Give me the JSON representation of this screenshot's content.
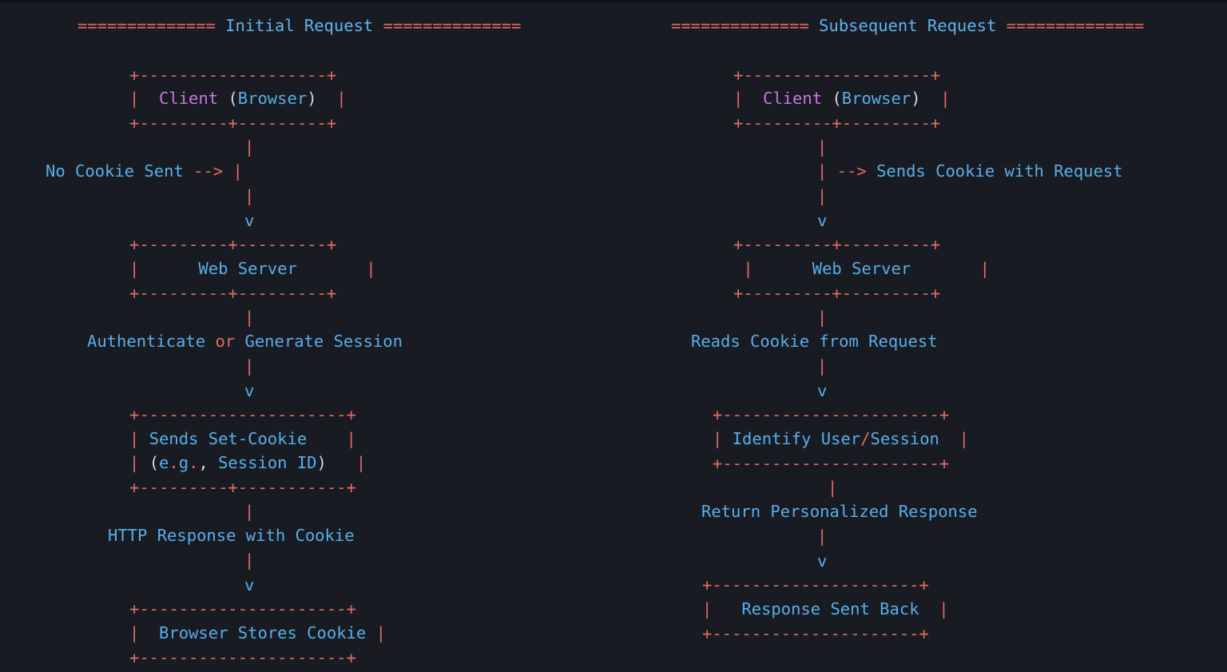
{
  "colors": {
    "background": "#181b22",
    "border": "#e06c62",
    "text": "#58aeea",
    "keyword": "#c678dd",
    "punctuation": "#d4d8de"
  },
  "initial": {
    "title": "Initial Request",
    "client_box": {
      "client_word": "Client",
      "browser_word": "Browser"
    },
    "no_cookie_label": "No Cookie Sent",
    "web_server_label": "Web Server",
    "auth_text_a": "Authenticate",
    "auth_or": "or",
    "auth_text_b": "Generate Session",
    "set_cookie_box": {
      "line1": "Sends Set-Cookie",
      "eg_e": "e",
      "eg_g": "g",
      "session_id": "Session ID"
    },
    "http_response_label": "HTTP Response with Cookie",
    "stores_label": "Browser Stores Cookie"
  },
  "subsequent": {
    "title": "Subsequent Request",
    "client_box": {
      "client_word": "Client",
      "browser_word": "Browser"
    },
    "sends_cookie_label": "Sends Cookie with Request",
    "web_server_label": "Web Server",
    "reads_cookie_label": "Reads Cookie from Request",
    "identify_box": {
      "user": "Identify User",
      "session": "Session"
    },
    "personalized_label": "Return Personalized Response",
    "sent_back_label": "Response Sent Back"
  }
}
